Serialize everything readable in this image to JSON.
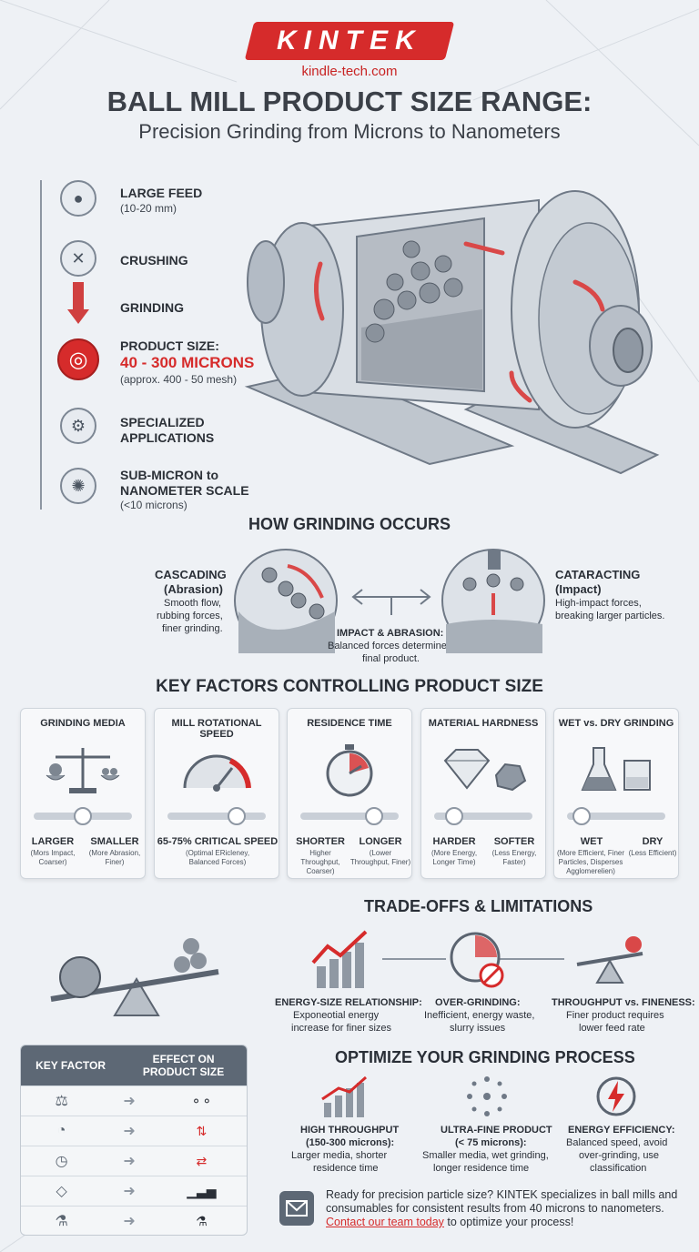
{
  "brand": {
    "logo": "KINTEK",
    "site": "kindle-tech.com"
  },
  "header": {
    "title": "BALL MILL PRODUCT SIZE RANGE:",
    "subtitle": "Precision Grinding from Microns to Nanometers"
  },
  "process": [
    {
      "title": "LARGE FEED",
      "sub": "(10-20 mm)"
    },
    {
      "title": "CRUSHING"
    },
    {
      "title": "GRINDING"
    },
    {
      "title": "PRODUCT SIZE:",
      "highlight": "40 - 300 MICRONS",
      "sub": "(approx. 400 - 50 mesh)"
    },
    {
      "title": "SPECIALIZED",
      "title2": "APPLICATIONS"
    },
    {
      "title": "SUB-MICRON to",
      "title2": "NANOMETER SCALE",
      "sub": "(<10 microns)"
    }
  ],
  "grinding": {
    "heading": "HOW GRINDING OCCURS",
    "cascading": {
      "title": "CASCADING",
      "subtitle": "(Abrasion)",
      "desc1": "Smooth flow,",
      "desc2": "rubbing forces,",
      "desc3": "finer grinding."
    },
    "cataracting": {
      "title": "CATARACTING",
      "subtitle": "(Impact)",
      "desc1": "High-impact forces,",
      "desc2": "breaking larger particles."
    },
    "center": {
      "title": "IMPACT & ABRASION:",
      "desc1": "Balanced forces determine",
      "desc2": "final product."
    }
  },
  "factors": {
    "heading": "KEY FACTORS CONTROLLING PRODUCT SIZE",
    "cards": [
      {
        "title": "GRINDING MEDIA",
        "left": "LARGER",
        "left_note": "(Mors Impact, Coarser)",
        "right": "SMALLER",
        "right_note": "(More Abrasion, Finer)",
        "slider": 0.5
      },
      {
        "title": "MILL ROTATIONAL SPEED",
        "center": "65-75% CRITICAL SPEED",
        "center_note": "(Optimal ERicleney, Balanced Forces)",
        "slider": 0.7
      },
      {
        "title": "RESIDENCE TIME",
        "left": "SHORTER",
        "left_note": "Higher Throughput, Coarser)",
        "right": "LONGER",
        "right_note": "(Lower Throughput, Finer)",
        "slider": 0.75
      },
      {
        "title": "MATERIAL HARDNESS",
        "left": "HARDER",
        "left_note": "(More Energy, Longer Time)",
        "right": "SOFTER",
        "right_note": "(Less Energy, Faster)",
        "slider": 0.2
      },
      {
        "title": "WET vs. DRY GRINDING",
        "left": "WET",
        "left_note": "(More Efficient, Finer Particles, Disperses Agglomerelien)",
        "right": "DRY",
        "right_note": "(Less Efficient)",
        "slider": 0.15
      }
    ]
  },
  "tradeoffs": {
    "heading": "TRADE-OFFS & LIMITATIONS",
    "items": [
      {
        "title": "ENERGY-SIZE RELATIONSHIP:",
        "desc1": "Exponeotial energy",
        "desc2": "increase for finer sizes"
      },
      {
        "title": "OVER-GRINDING:",
        "desc1": "Inefficient, energy waste,",
        "desc2": "slurry issues"
      },
      {
        "title": "THROUGHPUT vs. FINENESS:",
        "desc1": "Finer product requires",
        "desc2": "lower feed rate"
      }
    ]
  },
  "table": {
    "col1": "KEY FACTOR",
    "col2a": "EFFECT ON",
    "col2b": "PRODUCT SIZE"
  },
  "optimize": {
    "heading": "OPTIMIZE YOUR GRINDING PROCESS",
    "items": [
      {
        "title": "HIGH THROUGHPUT",
        "title2": "(150-300 microns):",
        "desc1": "Larger media, shorter",
        "desc2": "residence time"
      },
      {
        "title": "ULTRA-FINE PRODUCT",
        "title2": "(< 75 microns):",
        "desc1": "Smaller media, wet grinding,",
        "desc2": "longer residence time"
      },
      {
        "title": "ENERGY EFFICIENCY:",
        "desc1": "Balanced speed, avoid",
        "desc2": "over-grinding, use",
        "desc3": "classification"
      }
    ]
  },
  "cta": {
    "text1": "Ready for precision particle size? KINTEK specializes in ball mills and",
    "text2": "consumables for consistent results from 40 microns to nanometers.",
    "link": "Contact our team today",
    "text3": " to optimize your process!"
  },
  "colors": {
    "accent": "#d62b2b",
    "ink": "#2a2f37",
    "steel": "#8d96a2"
  }
}
